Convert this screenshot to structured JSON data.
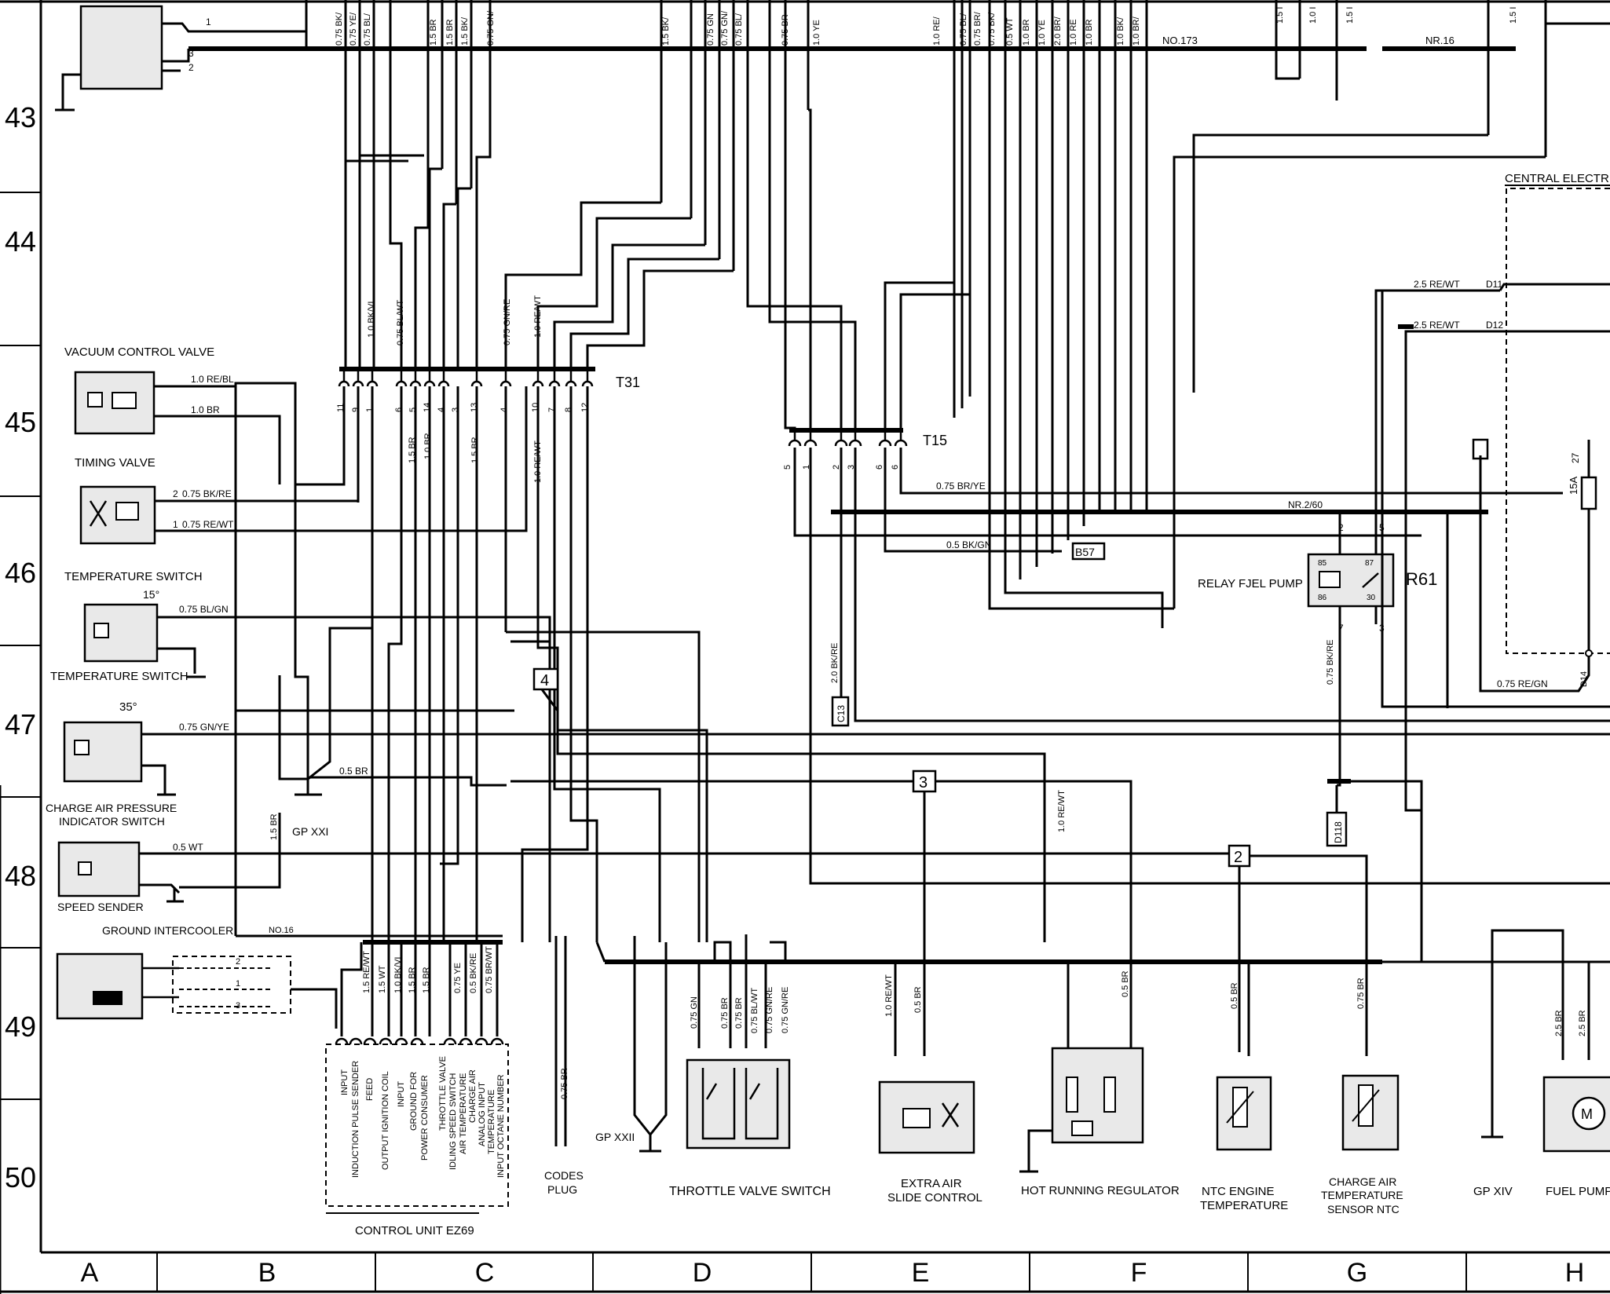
{
  "row_numbers": [
    "43",
    "44",
    "45",
    "46",
    "47",
    "48",
    "49",
    "50"
  ],
  "column_letters": [
    "A",
    "B",
    "C",
    "D",
    "E",
    "F",
    "G",
    "H"
  ],
  "components": {
    "vacuum_control_valve": "VACUUM CONTROL VALVE",
    "timing_valve": "TIMING VALVE",
    "temperature_switch_15": "TEMPERATURE SWITCH",
    "temp_15_value": "15°",
    "temperature_switch_35": "TEMPERATURE SWITCH",
    "temp_35_value": "35°",
    "charge_air_pressure_switch": [
      "CHARGE AIR PRESSURE",
      "INDICATOR SWITCH"
    ],
    "speed_sender": "SPEED SENDER",
    "ground_intercooler": "GROUND INTERCOOLER",
    "gp_xxi": "GP XXI",
    "gp_xxii": "GP XXII",
    "gp_xiv": "GP XIV",
    "codes_plug": [
      "CODES",
      "PLUG"
    ],
    "control_unit": "CONTROL UNIT EZ69",
    "throttle_valve_switch": "THROTTLE VALVE SWITCH",
    "extra_air_slide": [
      "EXTRA AIR",
      "SLIDE CONTROL"
    ],
    "hot_running_regulator": "HOT RUNNING REGULATOR",
    "ntc_engine_temp": [
      "NTC ENGINE",
      "TEMPERATURE"
    ],
    "charge_air_temp_sensor": [
      "CHARGE AIR",
      "TEMPERATURE",
      "SENSOR NTC"
    ],
    "fuel_pump": "FUEL PUMP",
    "relay_fuel_pump": "RELAY FJEL PUMP",
    "relay_id": "R61",
    "central_electric": "CENTRAL ELECTRI",
    "connector_t31": "T31",
    "connector_t15": "T15",
    "fuse": "15A",
    "fuse_no": "27"
  },
  "control_unit_pins": [
    "INPUT",
    "INDUCTION PULSE SENDER",
    "FEED",
    "OUTPUT IGNITION COIL",
    "INPUT",
    "GROUND FOR",
    "POWER CONSUMER",
    "THROTTLE VALVE",
    "IDLING SPEED SWITCH",
    "AIR TEMPERATURE",
    "CHARGE AIR",
    "ANALOG INPUT",
    "TEMPERATURE",
    "INPUT OCTANE NUMBER"
  ],
  "wire_labels": {
    "vacuum_1": "1.0 RE/BL",
    "vacuum_2": "1.0 BR",
    "timing_1": "0.75 BK/RE",
    "timing_2": "0.75 RE/WT",
    "temp15": "0.75 BL/GN",
    "temp35": "0.75 GN/YE",
    "gp_br": "0.5 BR",
    "speed": "0.5 WT",
    "br15": "1.5 BR",
    "nr16": "NO.16",
    "nr173": "NO.173",
    "nr16_top": "NR.16",
    "nr260": "NR.2/60",
    "t15_a": "0.75 BR/YE",
    "t15_b": "0.5 BK/GN",
    "b57": "B57",
    "c13": "C13",
    "d18": "D118",
    "re_wt": "2.5 RE/WT",
    "re_wt2": "2.5 RE/WT",
    "d11": "D11",
    "d12": "D12",
    "d14": "D14",
    "re_gn": "0.75 RE/GN",
    "bk_re": "0.75 BK/RE",
    "bk_re2": "2.0 BK/RE",
    "re_wt_f": "1.0 RE/WT",
    "br_e": "0.5 BR",
    "re_wt_e": "1.0 RE/WT",
    "br_f": "0.5 BR",
    "br_g1": "0.5 BR",
    "br_g2": "0.75 BR",
    "br_h1": "2.5 BR",
    "br_h2": "2.5 BR",
    "codes_br": "0.75 BR"
  },
  "top_wires": [
    "0.75 BK/",
    "0.75 YE/",
    "0.75 BL/",
    "1.5 BR",
    "1.5 BR",
    "1.5 BK/",
    "0.75 GN/",
    "1.5 BK/",
    "0.75 GN",
    "0.75 GN/",
    "0.75 BL/",
    "0.75 BR",
    "1.0 YE",
    "1.0 RE/",
    "0.75 BL/",
    "0.75 BR/",
    "0.75 BK/",
    "0.5 WT",
    "1.0 BR",
    "1.0 YE",
    "2.0 BR/",
    "1.0 RE",
    "1.0 BR",
    "1.0 BK/",
    "1.0 BR/",
    "1.5 I",
    "1.0 I",
    "1.5 I",
    "1.5 I"
  ],
  "t31_wire_labels": [
    "1.0 BK/VI",
    "0.75 BL/WT",
    "0.75 GN/RE",
    "1.0 RE/WT"
  ],
  "t31_pins": [
    "11",
    "9",
    "1",
    "6",
    "5",
    "14",
    "4",
    "3",
    "13",
    "4",
    "10",
    "7",
    "8",
    "12"
  ],
  "t31_below": [
    "1.5 BR",
    "1.0 BR",
    "1.5 BR",
    "1.0 RE/WT"
  ],
  "t15_pins": [
    "5",
    "1",
    "2",
    "3",
    "6",
    "6"
  ],
  "cu_wires": [
    "1.5 RE/WT",
    "1.5 WT",
    "1.0 BK/VI",
    "1.5 BR",
    "1.5 BR",
    "0.75 YE",
    "0.5 BK/RE",
    "0.75 BR/WT"
  ],
  "tvs_wires": [
    "0.75 GN",
    "0.75 BR",
    "0.75 BR",
    "0.75 BL/WT",
    "0.75 GN/RE",
    "0.75 GN/RE"
  ],
  "relay_pins": [
    "85",
    "87",
    "86",
    "30",
    "2",
    "5",
    "7",
    "3"
  ],
  "boxes": [
    "2",
    "3",
    "4"
  ]
}
